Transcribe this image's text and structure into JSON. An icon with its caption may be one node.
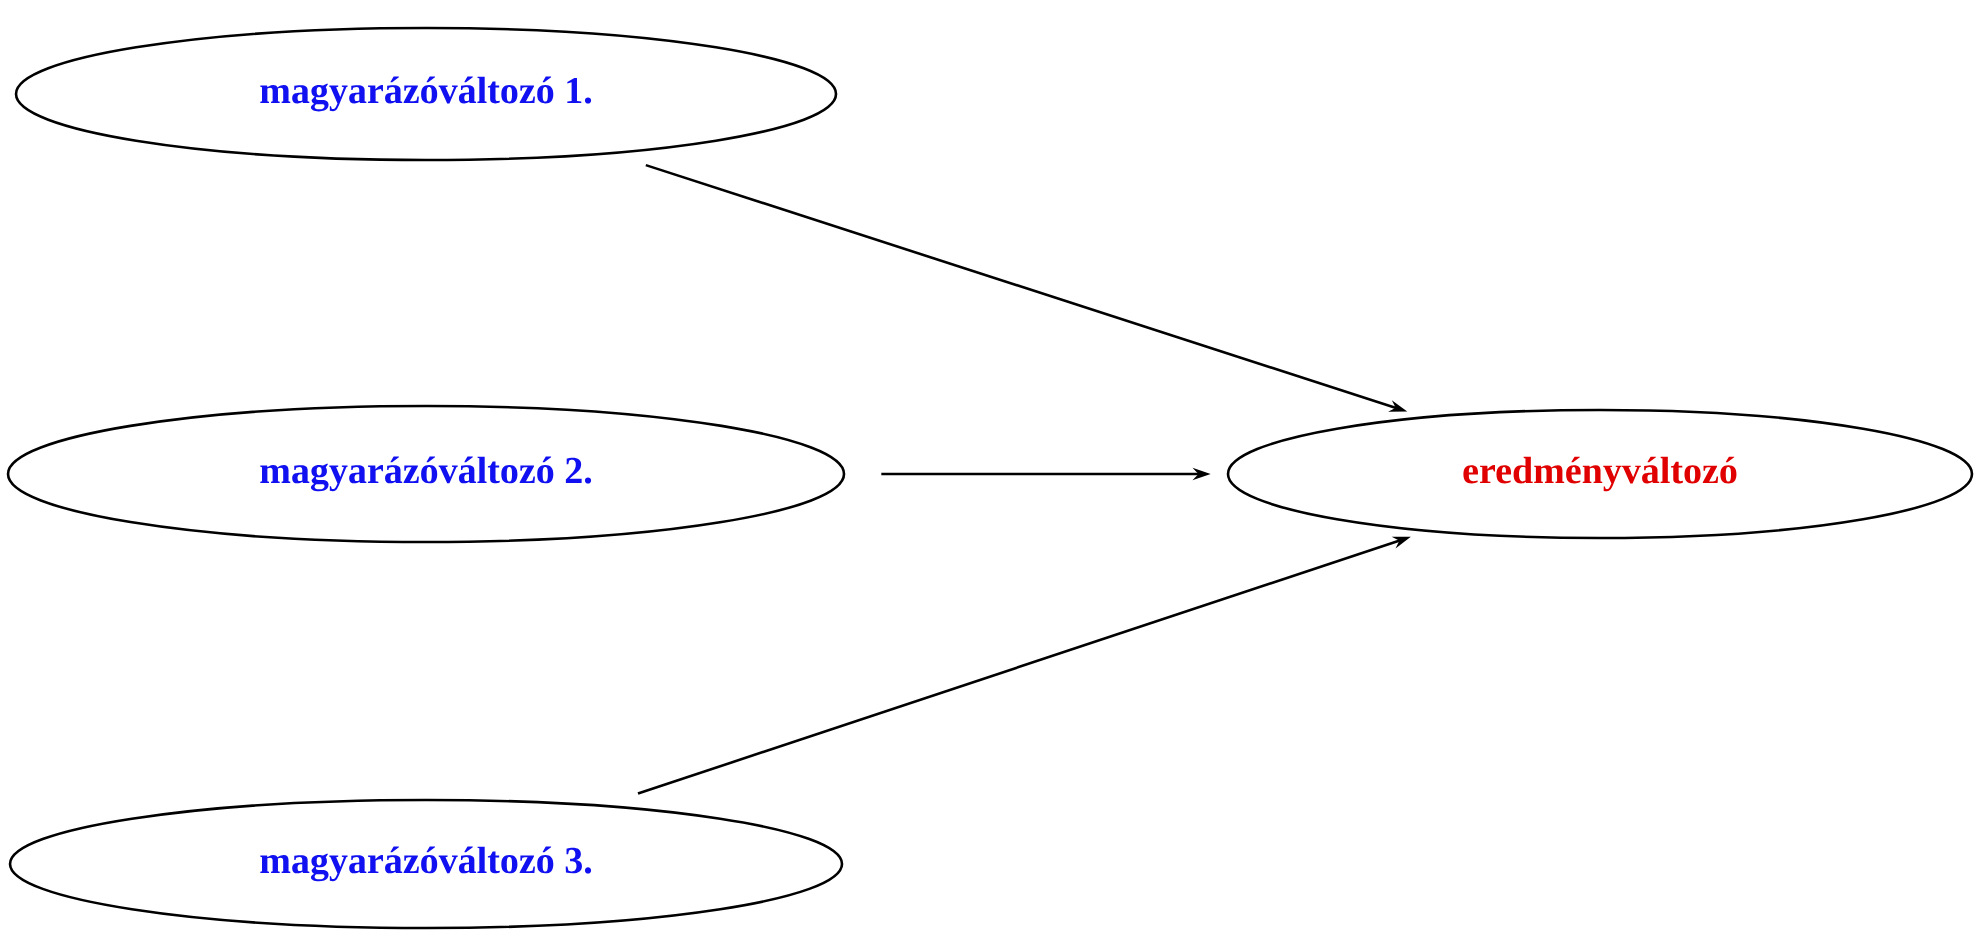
{
  "diagram": {
    "nodes": [
      {
        "text": [
          "magyarázóváltozó 1."
        ]
      },
      {
        "text": [
          "magyarázóváltozó 2."
        ]
      },
      {
        "text": [
          "magyarázóváltozó 3."
        ]
      },
      {
        "text": [
          "eredményváltozó"
        ]
      }
    ],
    "edges": [
      {
        "from": 0,
        "to": 3,
        "arrow": "to"
      },
      {
        "from": 1,
        "to": 3,
        "arrow": "to"
      },
      {
        "from": 2,
        "to": 3,
        "arrow": "to"
      }
    ]
  }
}
